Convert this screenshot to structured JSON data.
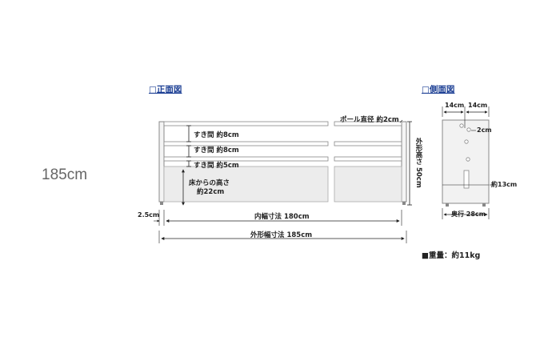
{
  "size_label": "185cm",
  "front_view": {
    "title": "□正面図",
    "pole_diameter": "ポール直径 約2cm",
    "gap1": "すき間 約8cm",
    "gap2": "すき間 約8cm",
    "gap3": "すき間 約5cm",
    "floor_height_line1": "床からの高さ",
    "floor_height_line2": "約22cm",
    "outer_height": "外形高さ 50cm",
    "post_width": "2.5cm",
    "inner_width": "内幅寸法 180cm",
    "outer_width": "外形幅寸法 185cm"
  },
  "side_view": {
    "title": "□側面図",
    "half_left": "14cm",
    "half_right": "14cm",
    "hole": "2cm",
    "height_13": "約13cm",
    "depth": "奥行 28cm"
  },
  "weight": "■重量：約11kg",
  "colors": {
    "title_blue": "#1c3f94",
    "panel_gray": "#ededed",
    "outline": "#888888"
  }
}
